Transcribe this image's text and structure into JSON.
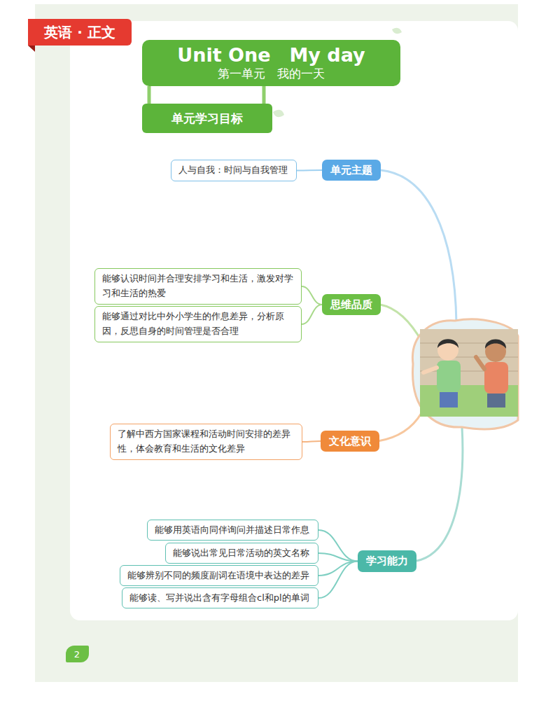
{
  "diagram": {
    "nodes": [
      {
        "text": [
          "英语 · 正文"
        ]
      },
      {
        "text": [
          "Unit One　My day",
          "第一单元　我的一天"
        ]
      },
      {
        "text": [
          "单元学习目标"
        ]
      },
      {
        "text": [
          "人与自我：时间与自我管理"
        ]
      },
      {
        "text": [
          "单元主题"
        ]
      },
      {
        "text": [
          "能够认识时间并合理安排学习和生活，激发对学习和生活的热爱"
        ]
      },
      {
        "text": [
          "能够通过对比中外小学生的作息差异，分析原因，反思自身的时间管理是否合理"
        ]
      },
      {
        "text": [
          "思维品质"
        ]
      },
      {
        "text": [
          "了解中西方国家课程和活动时间安排的差异性，体会教育和生活的文化差异"
        ]
      },
      {
        "text": [
          "文化意识"
        ]
      },
      {
        "text": [
          "能够用英语向同伴询问并描述日常作息"
        ]
      },
      {
        "text": [
          "能够说出常见日常活动的英文名称"
        ]
      },
      {
        "text": [
          "能够辨别不同的频度副词在语境中表达的差异"
        ]
      },
      {
        "text": [
          "能够读、写并说出含有字母组合cl和pl的单词"
        ]
      },
      {
        "text": [
          "学习能力"
        ]
      },
      {
        "text": [
          "2"
        ]
      }
    ],
    "edges": [
      {
        "from": 1,
        "to": 2,
        "arrow": "none"
      },
      {
        "from": 1,
        "to": 2,
        "arrow": "none"
      },
      {
        "from": 4,
        "to": 3,
        "arrow": "none"
      },
      {
        "from": 7,
        "to": 5,
        "arrow": "none"
      },
      {
        "from": 7,
        "to": 6,
        "arrow": "none"
      },
      {
        "from": 9,
        "to": 8,
        "arrow": "none"
      },
      {
        "from": 14,
        "to": 10,
        "arrow": "none"
      },
      {
        "from": 14,
        "to": 11,
        "arrow": "none"
      },
      {
        "from": 14,
        "to": 12,
        "arrow": "none"
      },
      {
        "from": 14,
        "to": 13,
        "arrow": "none"
      }
    ]
  }
}
